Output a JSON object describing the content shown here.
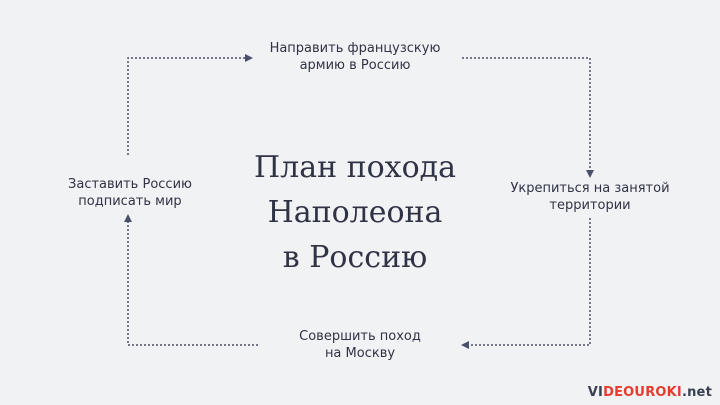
{
  "diagram": {
    "title": "План похода\nНаполеона\nв Россию",
    "nodes": {
      "top": "Направить французскую\nармию в Россию",
      "right": "Укрепиться на занятой\nтерритории",
      "bottom": "Совершить поход\nна Москву",
      "left": "Заставить Россию\nподписать мир"
    },
    "connector_color": "#4a4f6a"
  },
  "logo": {
    "part1": "VI",
    "part2": "DEOUROKI",
    "part3": ".net"
  }
}
